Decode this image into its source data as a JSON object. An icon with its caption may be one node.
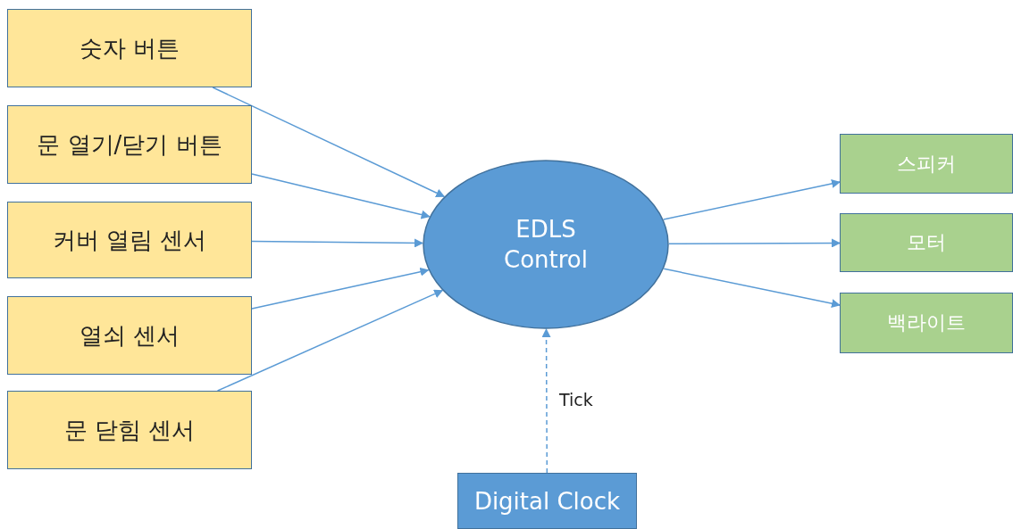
{
  "diagram": {
    "nodes": [
      {
        "text": [
          "숫자 버튼"
        ]
      },
      {
        "text": [
          "문 열기/닫기 버튼"
        ]
      },
      {
        "text": [
          "커버 열림 센서"
        ]
      },
      {
        "text": [
          "열쇠 센서"
        ]
      },
      {
        "text": [
          "문 닫힘 센서"
        ]
      },
      {
        "text": [
          "EDLS Control"
        ]
      },
      {
        "text": [
          "스피커"
        ]
      },
      {
        "text": [
          "모터"
        ]
      },
      {
        "text": [
          "백라이트"
        ]
      },
      {
        "text": [
          "Digital Clock"
        ]
      }
    ],
    "edges": [
      {
        "from": 0,
        "to": 5,
        "arrow": "to"
      },
      {
        "from": 1,
        "to": 5,
        "arrow": "to"
      },
      {
        "from": 2,
        "to": 5,
        "arrow": "to"
      },
      {
        "from": 3,
        "to": 5,
        "arrow": "to"
      },
      {
        "from": 4,
        "to": 5,
        "arrow": "to"
      },
      {
        "from": 5,
        "to": 6,
        "arrow": "to"
      },
      {
        "from": 5,
        "to": 7,
        "arrow": "to"
      },
      {
        "from": 5,
        "to": 8,
        "arrow": "to"
      },
      {
        "from": 9,
        "to": 5,
        "arrow": "to",
        "label": "Tick",
        "style": "dashed"
      }
    ]
  }
}
